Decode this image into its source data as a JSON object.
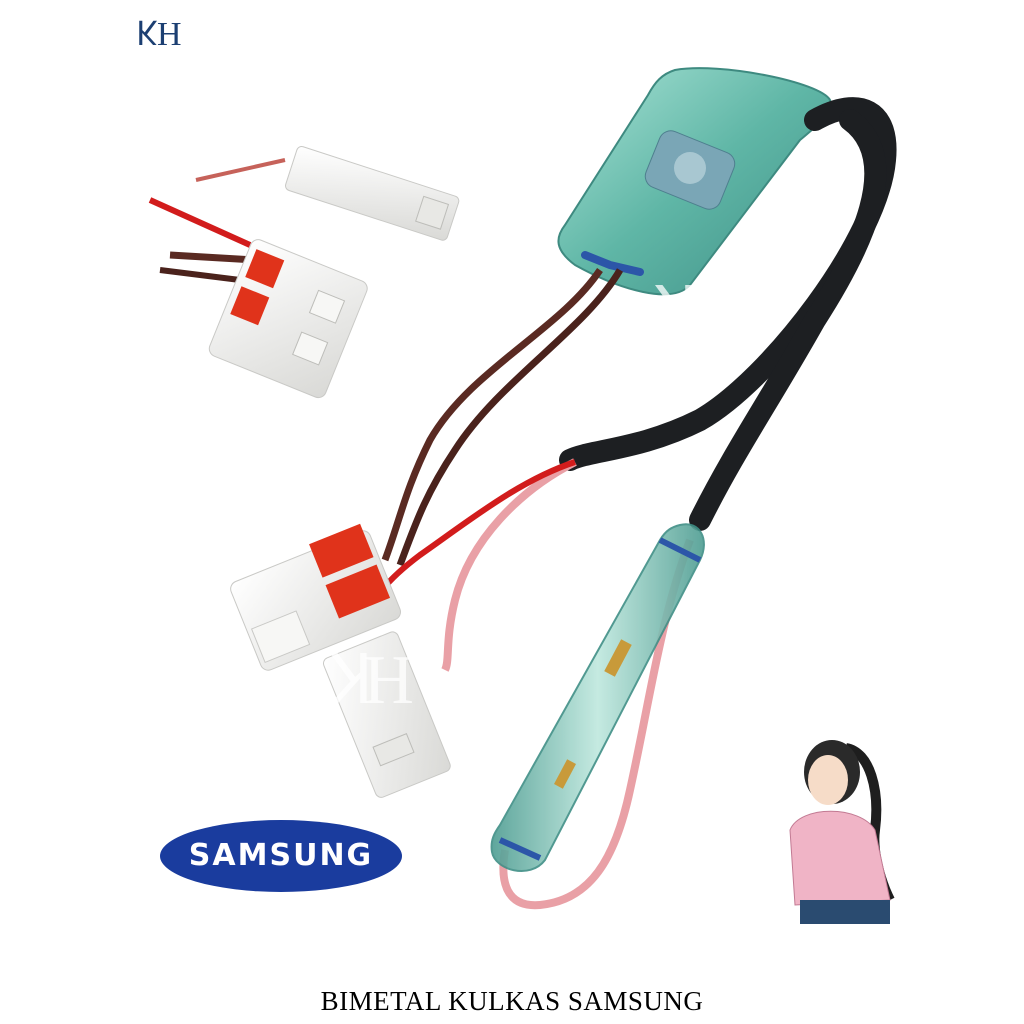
{
  "brand_mark": {
    "left": "Ʞ",
    "right": "H"
  },
  "samsung_logo": {
    "text": "SAMSUNG",
    "color_bg": "#1a3c9e"
  },
  "caption": "BIMETAL KULKAS SAMSUNG",
  "colors": {
    "red_wire": "#d21c1c",
    "brown_wire": "#5a2a22",
    "pink_wire": "#e9a0a6",
    "black_cable": "#1d1f22",
    "connector_white": "#f3f3f1",
    "connector_red": "#e0331b",
    "glass_green": "#7fc9b8"
  }
}
